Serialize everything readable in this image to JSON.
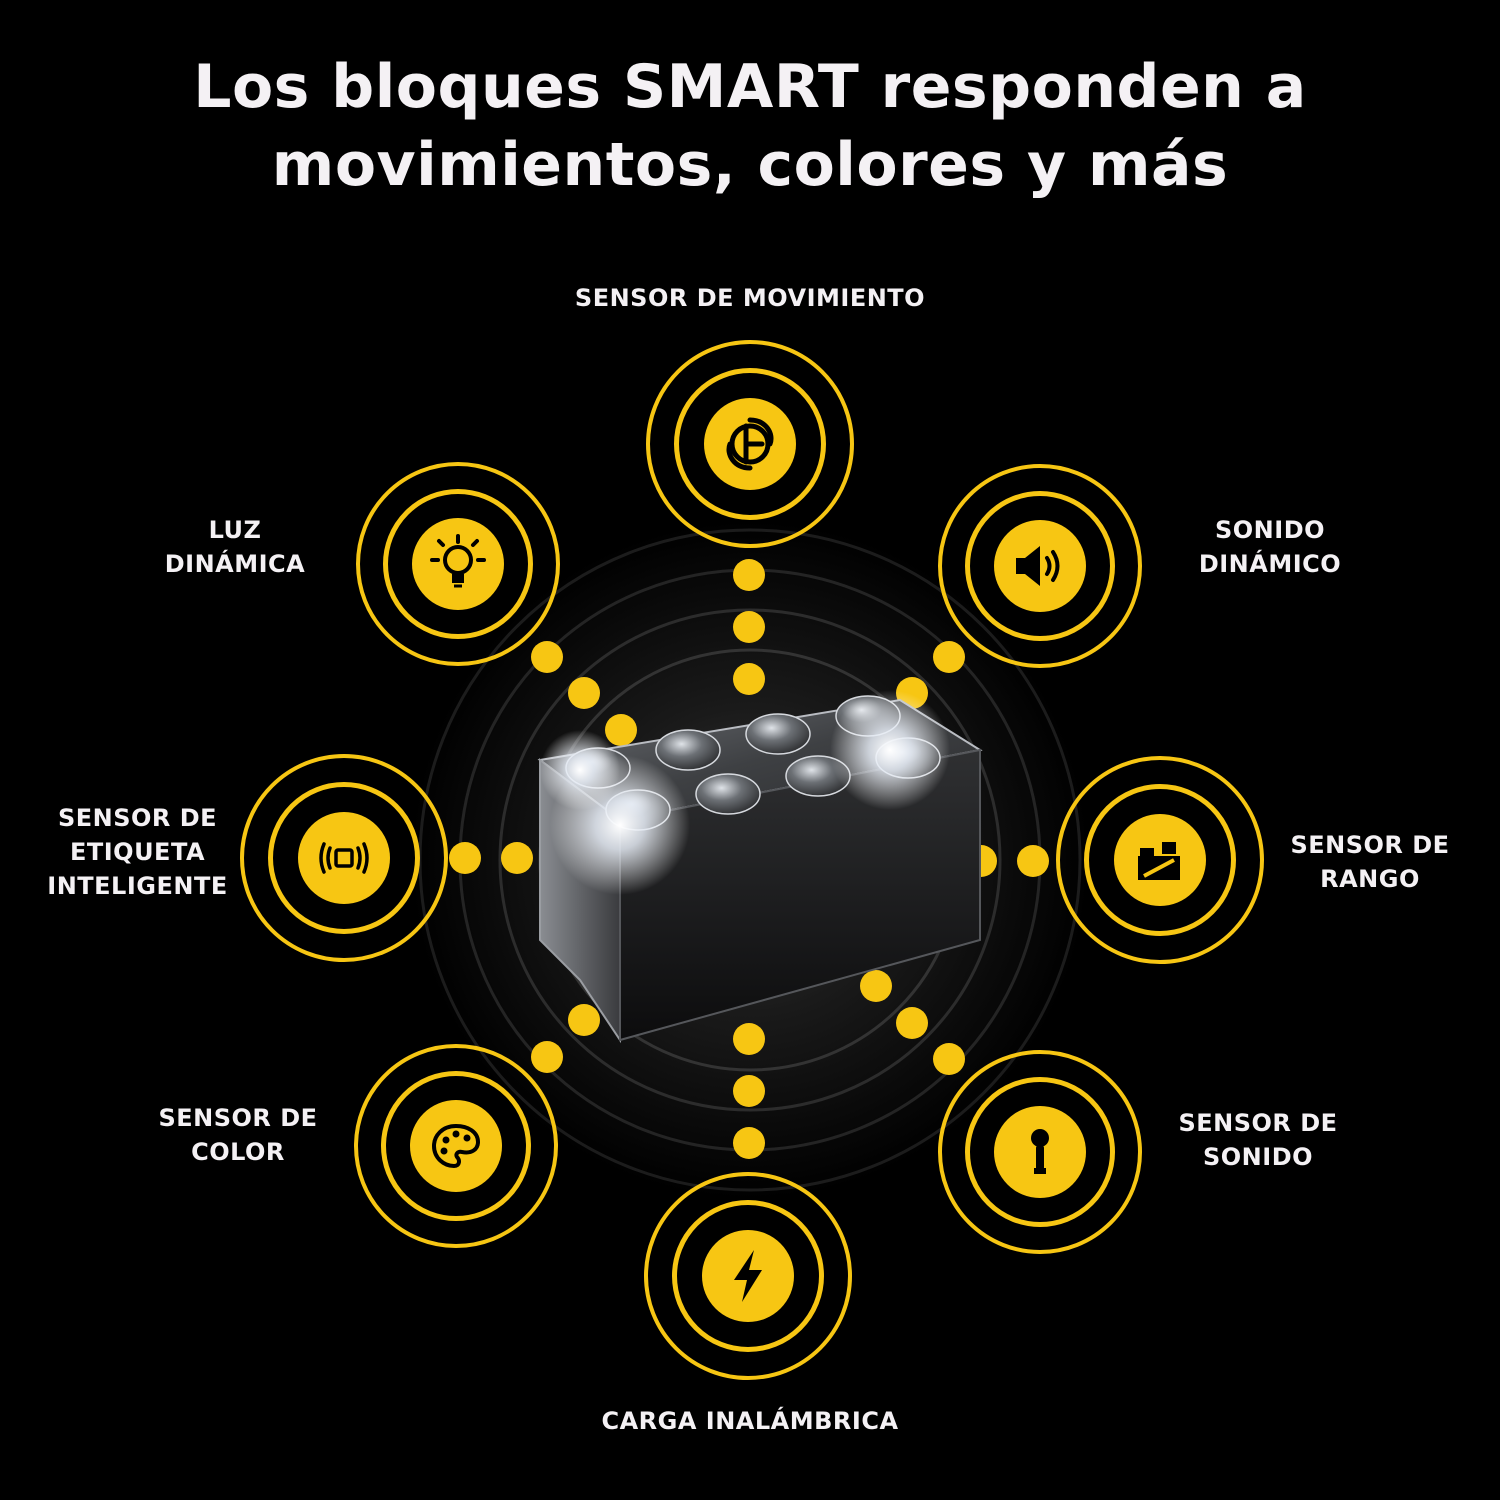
{
  "headline": {
    "line1": "Los bloques SMART responden a",
    "line2": "movimientos, colores y más"
  },
  "accent_color": "#f7c613",
  "background_color": "#000000",
  "features": [
    {
      "key": "motion",
      "icon": "motion-sensor-icon",
      "lines": [
        "SENSOR DE MOVIMIENTO"
      ]
    },
    {
      "key": "light",
      "icon": "lightbulb-icon",
      "lines": [
        "LUZ",
        "DINÁMICA"
      ]
    },
    {
      "key": "sound",
      "icon": "speaker-icon",
      "lines": [
        "SONIDO",
        "DINÁMICO"
      ]
    },
    {
      "key": "tag",
      "icon": "smart-tag-icon",
      "lines": [
        "SENSOR DE",
        "ETIQUETA",
        "INTELIGENTE"
      ]
    },
    {
      "key": "range",
      "icon": "range-sensor-icon",
      "lines": [
        "SENSOR DE",
        "RANGO"
      ]
    },
    {
      "key": "color",
      "icon": "palette-icon",
      "lines": [
        "SENSOR DE",
        "COLOR"
      ]
    },
    {
      "key": "soundsensor",
      "icon": "microphone-icon",
      "lines": [
        "SENSOR DE",
        "SONIDO"
      ]
    },
    {
      "key": "charge",
      "icon": "lightning-bolt-icon",
      "lines": [
        "CARGA INALÁMBRICA"
      ]
    }
  ]
}
